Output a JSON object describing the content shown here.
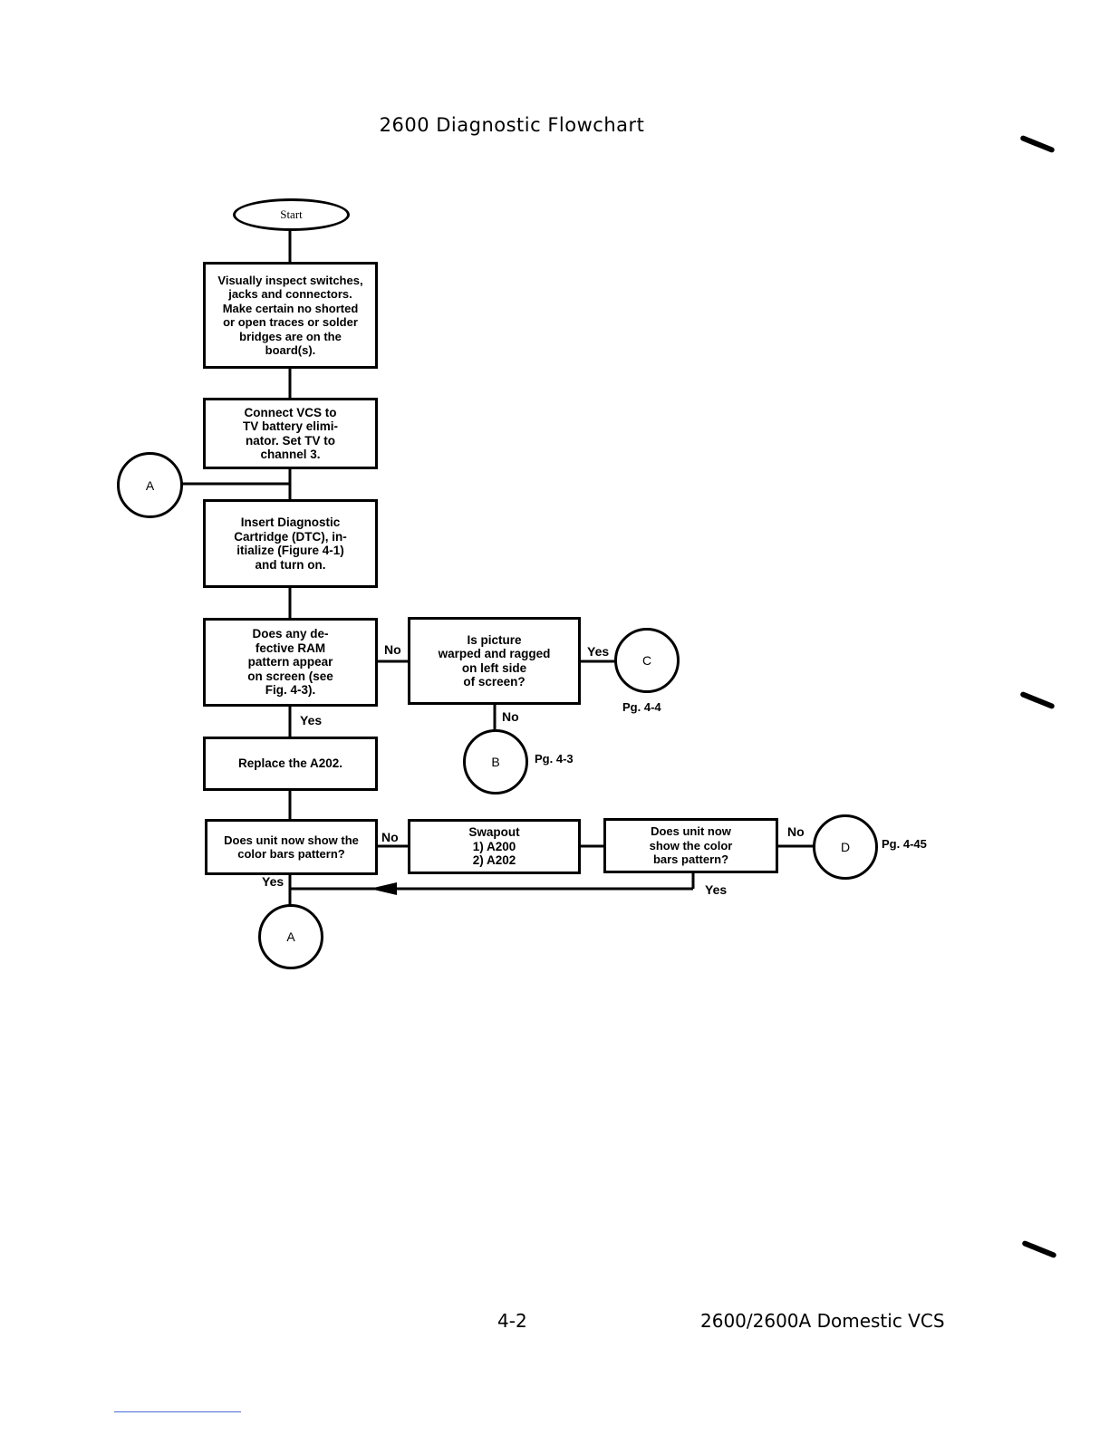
{
  "page": {
    "title": "2600 Diagnostic Flowchart",
    "page_number": "4-2",
    "footer_title": "2600/2600A Domestic VCS"
  },
  "flowchart": {
    "start": "Start",
    "steps": {
      "inspect": "Visually inspect switches,\njacks and connectors.\nMake certain no shorted\nor open traces or solder\nbridges are on the\nboard(s).",
      "connect": "Connect VCS to\nTV battery elimi-\nnator. Set TV to\nchannel 3.",
      "insert": "Insert Diagnostic\nCartridge (DTC), in-\nitialize (Figure 4-1)\nand turn on.",
      "replace": "Replace the A202.",
      "swapout": "Swapout\n1) A200\n2) A202"
    },
    "decisions": {
      "ram_pattern": "Does any de-\nfective RAM\npattern appear\non screen (see\nFig. 4-3).",
      "picture_warped": "Is picture\nwarped and ragged\non left side\nof screen?",
      "color_bars_1": "Does unit now show the\ncolor bars pattern?",
      "color_bars_2": "Does unit now\nshow the color\nbars pattern?"
    },
    "connectors": {
      "a_entry": "A",
      "a_exit": "A",
      "b": "B",
      "c": "C",
      "d": "D"
    },
    "page_refs": {
      "b": "Pg. 4-3",
      "c": "Pg. 4-4",
      "d": "Pg. 4-45"
    },
    "edge_labels": {
      "ram_no": "No",
      "ram_yes": "Yes",
      "picture_yes": "Yes",
      "picture_no": "No",
      "color1_no": "No",
      "color1_yes": "Yes",
      "color2_no": "No",
      "color2_yes": "Yes"
    }
  }
}
